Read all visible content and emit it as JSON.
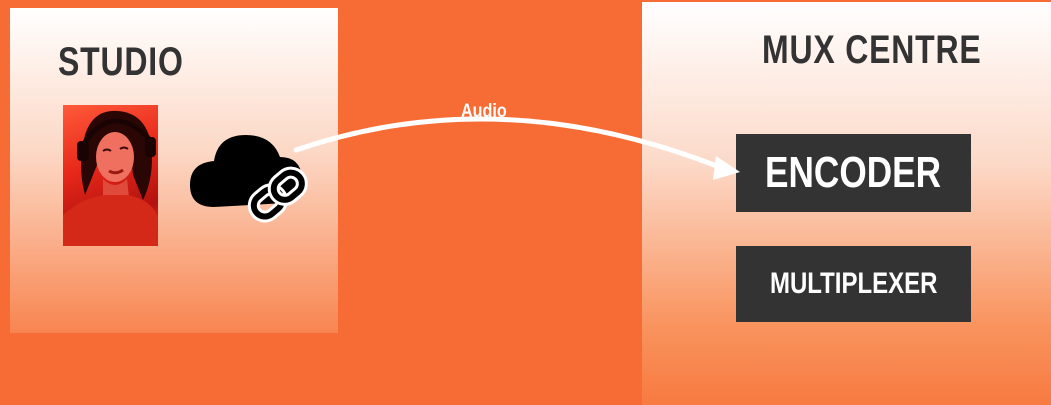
{
  "colors": {
    "background": "#F76C35",
    "box": "#333333",
    "title_text": "#333333",
    "box_text": "#FFFFFF",
    "arrow": "#FFFFFF"
  },
  "studio": {
    "title": "STUDIO",
    "icons": [
      "person-photo",
      "cloud-link-icon"
    ]
  },
  "connection": {
    "label": "Audio"
  },
  "mux_centre": {
    "title": "MUX CENTRE",
    "boxes": [
      "ENCODER",
      "MULTIPLEXER"
    ]
  }
}
